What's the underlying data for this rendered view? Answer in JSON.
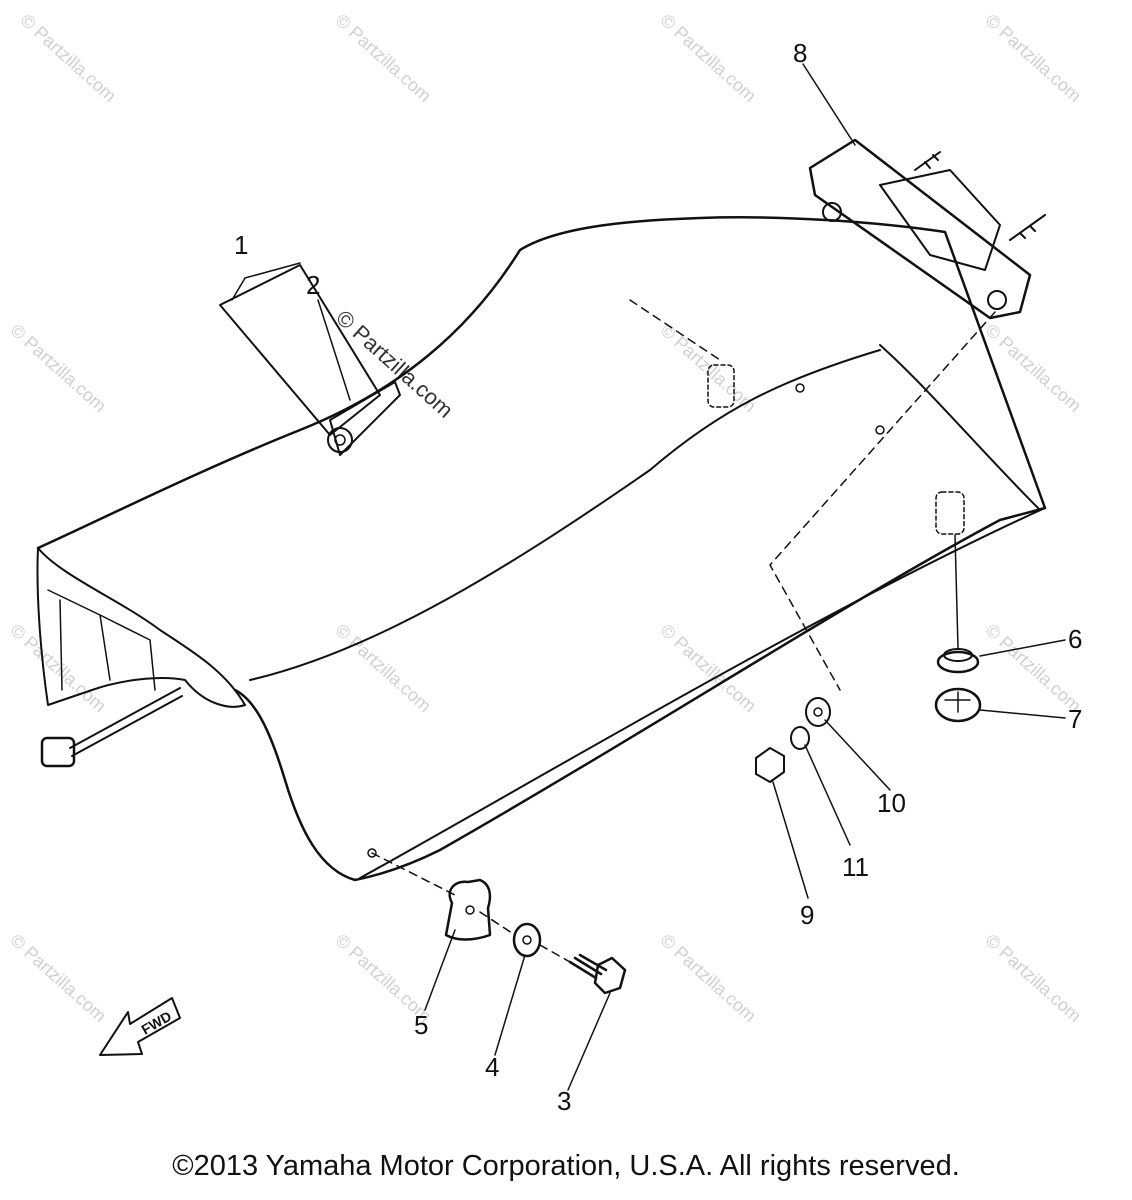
{
  "watermark": "© Partzilla.com",
  "callouts": [
    "1",
    "2",
    "3",
    "4",
    "5",
    "6",
    "7",
    "8",
    "9",
    "10",
    "11"
  ],
  "fwd_label": "FWD",
  "copyright": "©2013 Yamaha Motor Corporation, U.S.A. All rights reserved."
}
